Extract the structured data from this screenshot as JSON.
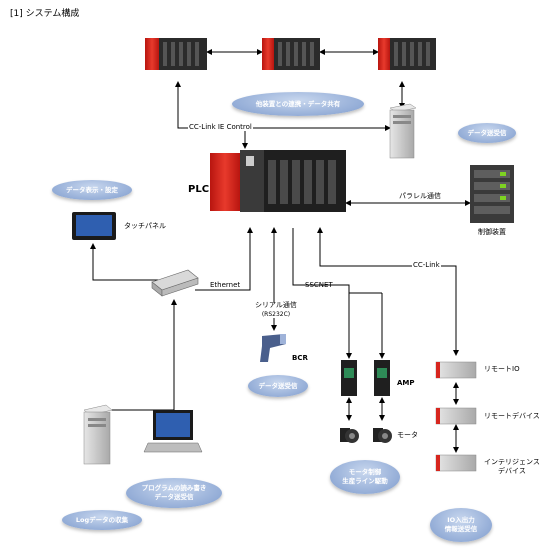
{
  "title": "[1] システム構成",
  "bubbles": {
    "other_devices": "他装置との連携・データ共有",
    "data_tx_top": "データ送受信",
    "data_display": "データ表示・設定",
    "data_tx_bcr": "データ送受信",
    "motor_control": [
      "モータ制御",
      "生産ライン駆動"
    ],
    "program_rw": [
      "プログラムの読み書き",
      "データ送受信"
    ],
    "log_collect": "Logデータの収集",
    "io": [
      "IO入出力",
      "情報送受信"
    ]
  },
  "labels": {
    "cc_link_ie": "CC-Link IE Control",
    "plc": "PLC",
    "parallel": "パラレル通信",
    "control_device": "制御装置",
    "touch_panel": "タッチパネル",
    "ethernet": "Ethernet",
    "serial": [
      "シリアル通信",
      "(RS232C)"
    ],
    "sscnet": "SSCNET",
    "cc_link": "CC-Link",
    "bcr": "BCR",
    "amp": "AMP",
    "motor": "モータ",
    "remote_io": "リモートIO",
    "remote_device": "リモートデバイス",
    "intelligent_device": [
      "インテリジェンス",
      "デバイス"
    ]
  },
  "colors": {
    "plc_red": "#d7261e",
    "plc_dark": "#222222",
    "bubble": "#9fb6dc",
    "server": "#c9c9c9"
  }
}
